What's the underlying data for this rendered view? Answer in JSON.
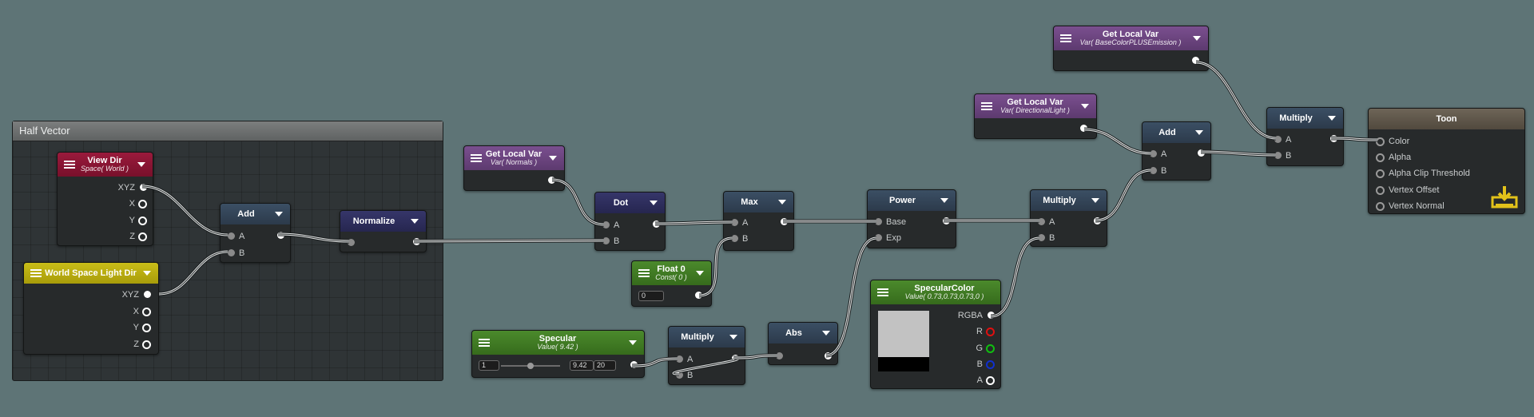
{
  "group": {
    "title": "Half Vector"
  },
  "nodes": {
    "view_dir": {
      "title": "View Dir",
      "subtitle": "Space( World )",
      "ports": [
        "XYZ",
        "X",
        "Y",
        "Z"
      ]
    },
    "world_light": {
      "title": "World Space Light Dir",
      "ports": [
        "XYZ",
        "X",
        "Y",
        "Z"
      ]
    },
    "add1": {
      "title": "Add",
      "in_a": "A",
      "in_b": "B"
    },
    "normalize": {
      "title": "Normalize"
    },
    "get_normals": {
      "title": "Get Local Var",
      "subtitle": "Var( Normals )"
    },
    "dot": {
      "title": "Dot",
      "in_a": "A",
      "in_b": "B"
    },
    "float0": {
      "title": "Float 0",
      "subtitle": "Const( 0 )",
      "value": "0"
    },
    "max": {
      "title": "Max",
      "in_a": "A",
      "in_b": "B"
    },
    "specular": {
      "title": "Specular",
      "subtitle": "Value( 9.42 )",
      "min": "1",
      "value": "9.42",
      "max": "20"
    },
    "multiply1": {
      "title": "Multiply",
      "in_a": "A",
      "in_b": "B"
    },
    "abs": {
      "title": "Abs"
    },
    "power": {
      "title": "Power",
      "in_base": "Base",
      "in_exp": "Exp"
    },
    "spec_color": {
      "title": "SpecularColor",
      "subtitle": "Value( 0.73,0.73,0.73,0 )",
      "ports": [
        "RGBA",
        "R",
        "G",
        "B",
        "A"
      ]
    },
    "multiply2": {
      "title": "Multiply",
      "in_a": "A",
      "in_b": "B"
    },
    "get_dirlight": {
      "title": "Get Local Var",
      "subtitle": "Var( DirectionalLight )"
    },
    "add2": {
      "title": "Add",
      "in_a": "A",
      "in_b": "B"
    },
    "get_basecolor": {
      "title": "Get Local Var",
      "subtitle": "Var( BaseColorPLUSEmission )"
    },
    "multiply3": {
      "title": "Multiply",
      "in_a": "A",
      "in_b": "B"
    },
    "toon": {
      "title": "Toon",
      "ports": [
        "Color",
        "Alpha",
        "Alpha Clip Threshold",
        "Vertex Offset",
        "Vertex Normal"
      ]
    }
  },
  "colors": {
    "background": "#5e7476",
    "save_icon": "#e2c21a",
    "ring_r": "#e01010",
    "ring_g": "#10c010",
    "ring_b": "#1030d0"
  },
  "icons": {
    "save": "save-download-icon",
    "menu": "hamburger-menu-icon",
    "dropdown": "dropdown-arrow-icon"
  }
}
